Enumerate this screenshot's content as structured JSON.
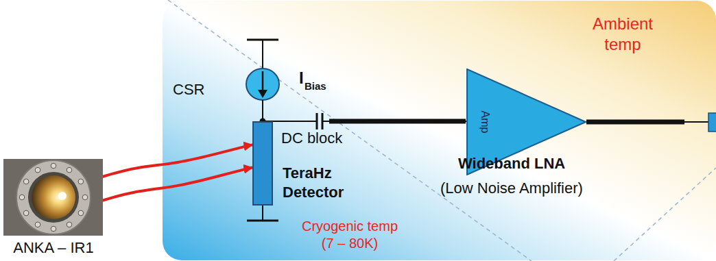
{
  "diagram": {
    "nodes": [
      {
        "text": [
          "ANKA – IR1"
        ]
      },
      {
        "text": [
          "TeraHz Detector"
        ]
      },
      {
        "text": [
          "Amp"
        ]
      }
    ],
    "edges": [
      {
        "from": 0,
        "to": 1,
        "arrow": "to"
      },
      {
        "from": 0,
        "to": 1,
        "arrow": "to"
      },
      {
        "from": 1,
        "to": 2,
        "arrow": "none"
      }
    ],
    "labels": [
      "CSR",
      "I",
      "Bias",
      "DC block",
      "Ambient temp",
      "Wideband LNA",
      "(Low Noise Amplifier)",
      "Cryogenic temp (7 – 80K)"
    ]
  }
}
